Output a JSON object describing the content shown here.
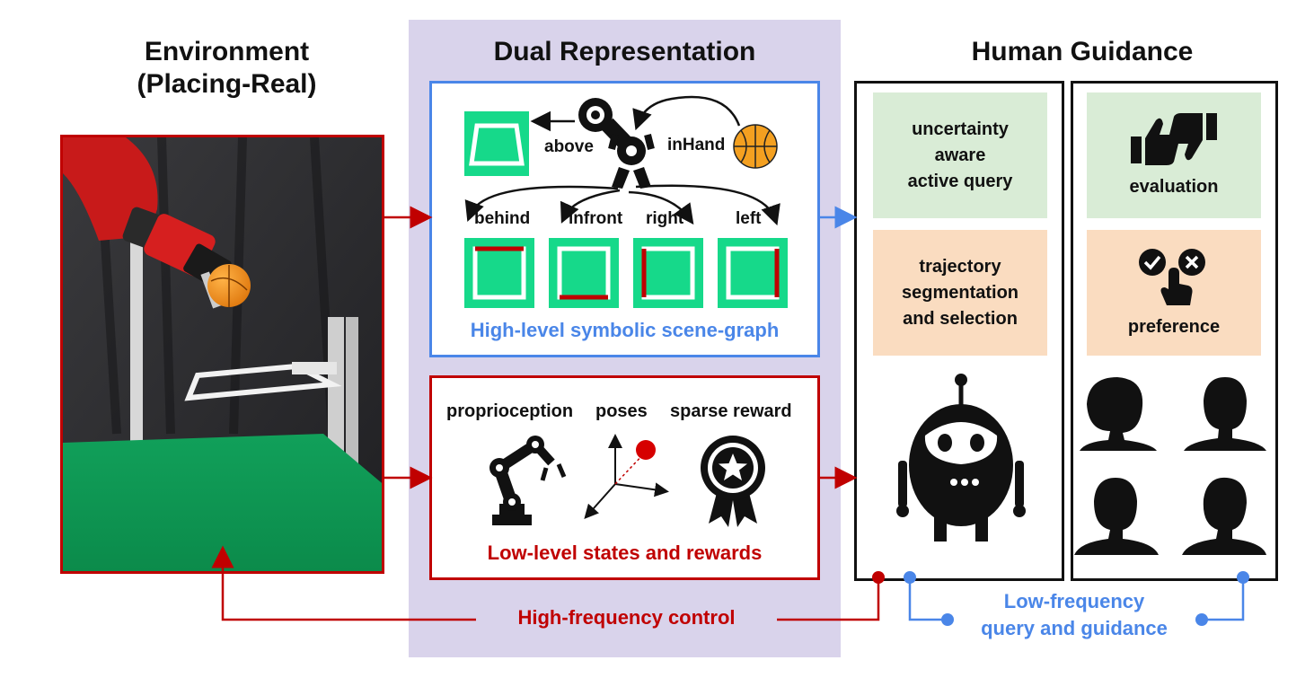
{
  "columns": {
    "environment": {
      "title_line1": "Environment",
      "title_line2": "(Placing-Real)"
    },
    "dual": {
      "title": "Dual Representation"
    },
    "human": {
      "title": "Human Guidance"
    }
  },
  "scene_graph": {
    "caption": "High-level symbolic scene-graph",
    "relations": {
      "above": "above",
      "in_hand": "inHand"
    },
    "spatial": [
      "behind",
      "infront",
      "right",
      "left"
    ]
  },
  "low_level": {
    "caption": "Low-level states and rewards",
    "items": [
      "proprioception",
      "poses",
      "sparse reward"
    ]
  },
  "agent_panel": {
    "query_card": [
      "uncertainty",
      "aware",
      "active query"
    ],
    "segment_card": [
      "trajectory",
      "segmentation",
      "and selection"
    ]
  },
  "human_panel": {
    "evaluation": "evaluation",
    "preference": "preference"
  },
  "loops": {
    "high_freq": "High-frequency control",
    "low_freq_line1": "Low-frequency",
    "low_freq_line2": "query and guidance"
  },
  "colors": {
    "red": "#c00000",
    "blue": "#4a86e8",
    "blue_text": "#4a86e8",
    "tile_green": "#16d98a",
    "purple_bg": "#d9d3eb",
    "green_card": "#d9ecd6",
    "peach_card": "#fadcc0"
  }
}
